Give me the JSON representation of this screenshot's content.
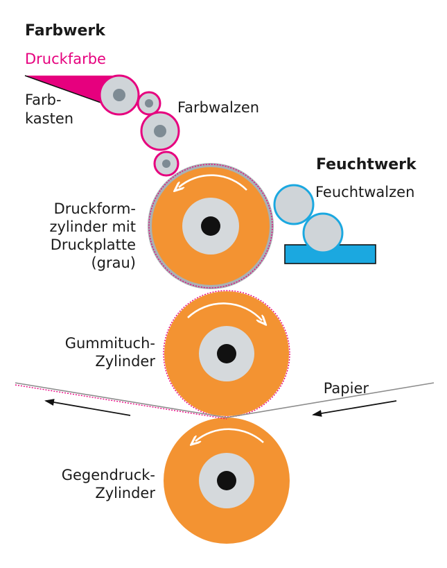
{
  "colors": {
    "cylinder": "#f39332",
    "hub": "#d5d9dc",
    "axle": "#111111",
    "ink": "#e6007e",
    "water": "#1ba8e0",
    "plate": "#a9b0b5",
    "roller_core": "#7e8b94",
    "roller_body": "#cfd4d8",
    "arrow": "#111111",
    "paper_line": "#8c8c8c"
  },
  "icons": {
    "rotation": "curved-arrow-icon",
    "paper_direction": "straight-arrow-icon"
  },
  "inking_unit": {
    "title": "Farbwerk",
    "ink_label": "Druckfarbe",
    "fountain_label_1": "Farb-",
    "fountain_label_2": "kasten",
    "rollers_label": "Farbwalzen"
  },
  "dampening_unit": {
    "title": "Feuchtwerk",
    "rollers_label": "Feuchtwalzen"
  },
  "plate_cylinder": {
    "label_lines": [
      "Druckform-",
      "zylinder mit",
      "Druckplatte",
      "(grau)"
    ]
  },
  "blanket_cylinder": {
    "label_lines": [
      "Gummituch-",
      "Zylinder"
    ]
  },
  "impression_cylinder": {
    "label_lines": [
      "Gegendruck-",
      "Zylinder"
    ]
  },
  "paper": {
    "label": "Papier"
  }
}
